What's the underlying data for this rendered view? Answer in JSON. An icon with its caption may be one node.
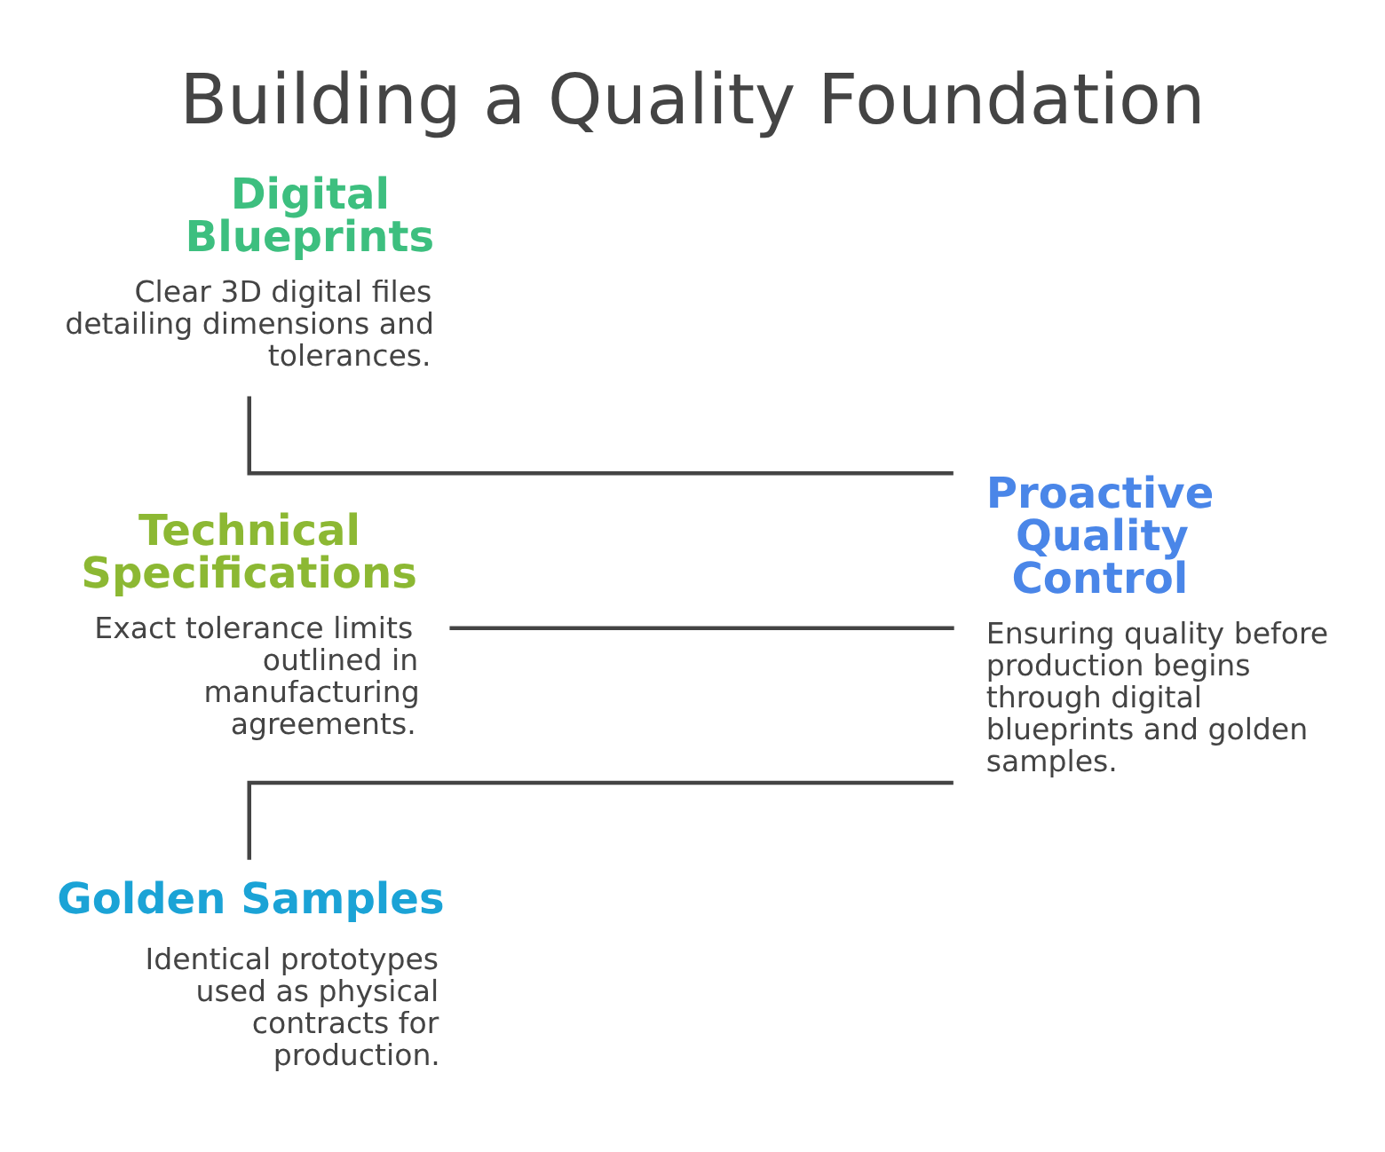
{
  "diagram": {
    "title": "Building a Quality Foundation",
    "nodes": [
      {
        "text": [
          "Digital Blueprints",
          "Clear 3D digital files detailing dimensions and tolerances."
        ]
      },
      {
        "text": [
          "Technical Specifications",
          "Exact tolerance limits outlined in manufacturing agreements."
        ]
      },
      {
        "text": [
          "Golden Samples",
          "Identical prototypes used as physical contracts for production."
        ]
      },
      {
        "text": [
          "Proactive Quality Control",
          "Ensuring quality before production begins through digital blueprints and golden samples."
        ]
      }
    ],
    "edges": [
      {
        "from": 0,
        "to": 3,
        "arrow": "none"
      },
      {
        "from": 1,
        "to": 3,
        "arrow": "none"
      },
      {
        "from": 2,
        "to": 3,
        "arrow": "none"
      }
    ]
  }
}
